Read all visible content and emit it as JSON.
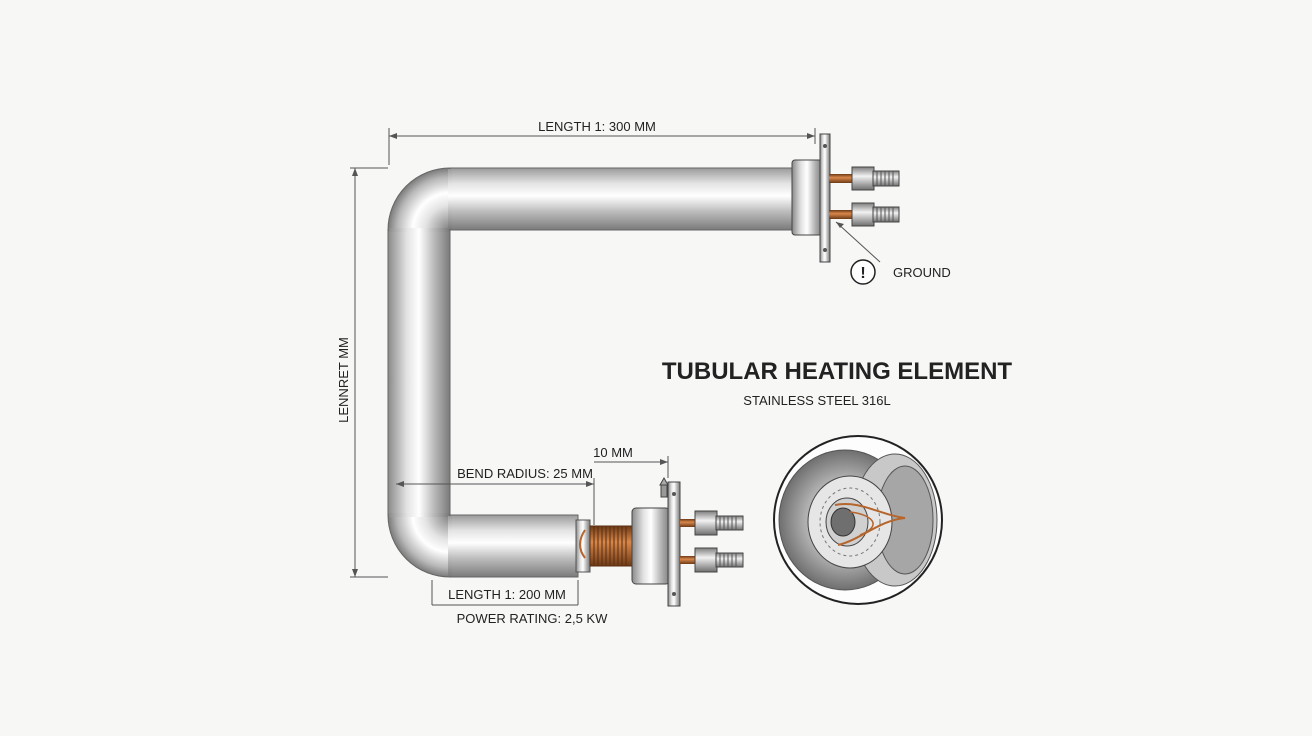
{
  "title": "TUBULAR HEATING ELEMENT",
  "subtitle": "STAINLESS STEEL 316L",
  "labels": {
    "length_top": "LENGTH 1: 300 MM",
    "length_left": "LENNRET MM",
    "ground": "GROUND",
    "bend_radius": "BEND RADIUS: 25 MM",
    "ten_mm": "10 MM",
    "length_bottom": "LENGTH 1: 200 MM",
    "power_rating": "POWER RATING: 2,5 KW"
  },
  "icons": {
    "warning": "!"
  },
  "colors": {
    "steel_light": "#e9e9e9",
    "steel_dark": "#8d8d8d",
    "copper": "#b5652d",
    "line": "#333333"
  }
}
